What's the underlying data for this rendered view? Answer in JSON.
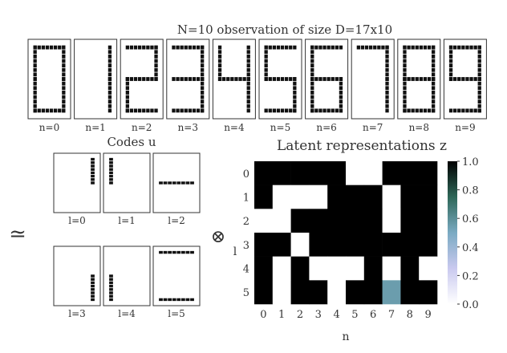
{
  "title": "N=10 observation of size D=17x10",
  "observations": [
    {
      "label": "n=0",
      "segments": [
        "top",
        "upper-left",
        "upper-right",
        "lower-left",
        "lower-right",
        "bottom"
      ]
    },
    {
      "label": "n=1",
      "segments": [
        "upper-right",
        "lower-right"
      ]
    },
    {
      "label": "n=2",
      "segments": [
        "top",
        "upper-right",
        "middle",
        "lower-left",
        "bottom"
      ]
    },
    {
      "label": "n=3",
      "segments": [
        "top",
        "upper-right",
        "middle",
        "lower-right",
        "bottom"
      ]
    },
    {
      "label": "n=4",
      "segments": [
        "upper-left",
        "upper-right",
        "middle",
        "lower-right"
      ]
    },
    {
      "label": "n=5",
      "segments": [
        "top",
        "upper-left",
        "middle",
        "lower-right",
        "bottom"
      ]
    },
    {
      "label": "n=6",
      "segments": [
        "top",
        "upper-left",
        "middle",
        "lower-left",
        "lower-right",
        "bottom"
      ]
    },
    {
      "label": "n=7",
      "segments": [
        "top",
        "upper-right",
        "lower-right"
      ]
    },
    {
      "label": "n=8",
      "segments": [
        "top",
        "upper-left",
        "upper-right",
        "middle",
        "lower-left",
        "lower-right",
        "bottom"
      ]
    },
    {
      "label": "n=9",
      "segments": [
        "top",
        "upper-left",
        "upper-right",
        "middle",
        "lower-right",
        "bottom"
      ]
    }
  ],
  "codes": {
    "title": "Codes u",
    "items": [
      {
        "label": "l=0",
        "segments": [
          "upper-right"
        ]
      },
      {
        "label": "l=1",
        "segments": [
          "upper-left"
        ]
      },
      {
        "label": "l=2",
        "segments": [
          "middle"
        ]
      },
      {
        "label": "l=3",
        "segments": [
          "lower-right"
        ]
      },
      {
        "label": "l=4",
        "segments": [
          "lower-left"
        ]
      },
      {
        "label": "l=5",
        "segments": [
          "top",
          "bottom"
        ]
      }
    ]
  },
  "approx_symbol": "≃",
  "times_symbol": "⊗",
  "chart_data": {
    "type": "heatmap",
    "title": "Latent representations z",
    "xlabel": "n",
    "ylabel": "l",
    "x_ticks": [
      "0",
      "1",
      "2",
      "3",
      "4",
      "5",
      "6",
      "7",
      "8",
      "9"
    ],
    "y_ticks": [
      "0",
      "1",
      "2",
      "3",
      "4",
      "5"
    ],
    "values": [
      [
        1,
        1,
        1,
        1,
        1,
        0,
        0,
        1,
        1,
        1
      ],
      [
        1,
        0,
        0,
        0,
        1,
        1,
        1,
        0,
        1,
        1
      ],
      [
        0,
        0,
        1,
        1,
        1,
        1,
        1,
        0,
        1,
        1
      ],
      [
        1,
        1,
        0,
        1,
        1,
        1,
        1,
        1,
        1,
        1
      ],
      [
        1,
        0,
        1,
        0,
        0,
        0,
        1,
        0,
        1,
        0
      ],
      [
        1,
        0,
        1,
        1,
        0,
        1,
        1,
        0.55,
        1,
        1
      ]
    ],
    "colorbar_ticks": [
      "0.0",
      "0.2",
      "0.4",
      "0.6",
      "0.8",
      "1.0"
    ],
    "vmin": 0,
    "vmax": 1
  }
}
